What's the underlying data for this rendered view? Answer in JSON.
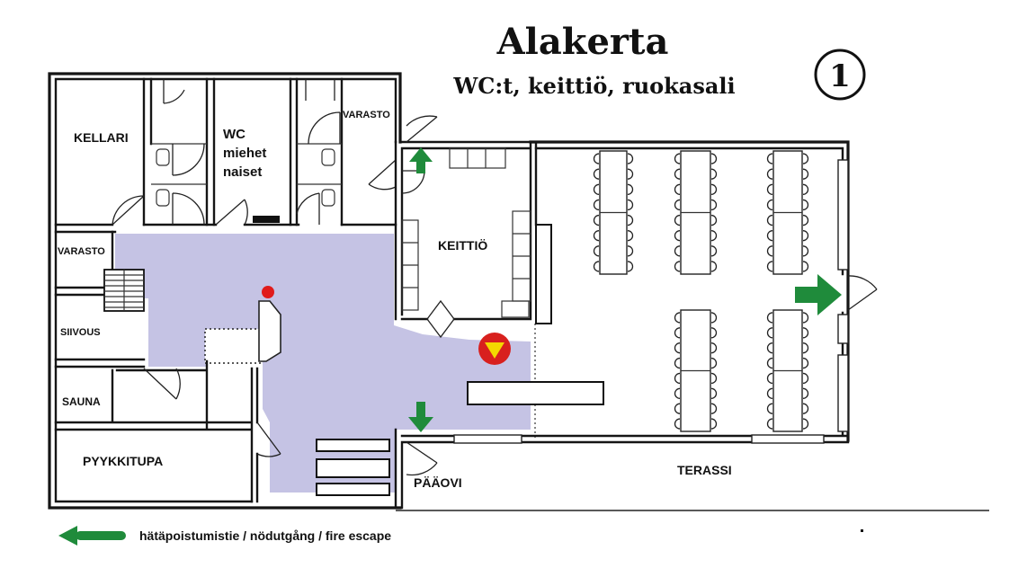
{
  "title": "Alakerta",
  "subtitle": "WC:t, keittiö, ruokasali",
  "floor_number": "1",
  "rooms": {
    "kellari": "KELLARI",
    "wc_line1": "WC",
    "wc_line2": "miehet",
    "wc_line3": "naiset",
    "varasto_top": "VARASTO",
    "varasto_left": "VARASTO",
    "siivous": "SIIVOUS",
    "sauna": "SAUNA",
    "pyykkitupa": "PYYKKITUPA",
    "keittio": "KEITTIÖ",
    "paaovi": "PÄÄOVI",
    "terassi": "TERASSI"
  },
  "legend": {
    "fire_escape": "hätäpoistumistie / nödutgång / fire escape"
  },
  "icons": [
    "fire-escape-arrow-icon",
    "fire-extinguisher-icon",
    "fire-alarm-icon"
  ],
  "colors": {
    "hallway": "#c5c3e4",
    "escape_arrow": "#1f8b3b",
    "alarm_red": "#d8201e",
    "alarm_yellow": "#f4d800"
  }
}
